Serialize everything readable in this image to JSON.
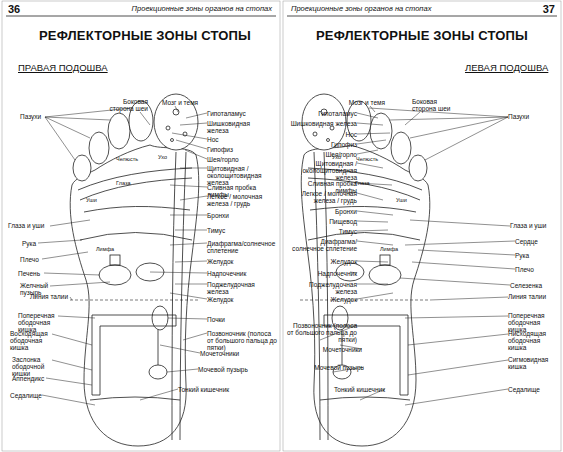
{
  "diagram": {
    "title": "РЕФЛЕКТОРНЫЕ ЗОНЫ СТОПЫ",
    "labels": [
      "36",
      "Проекционные зоны органов на стопах",
      "ПРАВАЯ ПОДОШВА",
      "Боковая сторона шеи",
      "Мозг и темя",
      "Пазухи",
      "Гипоталамус",
      "Шишковидная железа",
      "Нос",
      "Гипофиз",
      "Шея/горло",
      "Щитовидная / околощитовидная железа",
      "Сливная пробка лимфы",
      "Легкое / молочная железа / грудь",
      "Бронхи",
      "Тимус",
      "Диафрагма/солнечное сплетение",
      "Желудок",
      "Надпочечник",
      "Поджелудочная железа",
      "Желудок",
      "Почки",
      "Позвоночник (полоса от большого пальца до пятки)",
      "Мочеточники",
      "Мочевой пузырь",
      "Тонкий кишечник",
      "Глаза и уши",
      "Рука",
      "Плечо",
      "Печень",
      "Желчный пузырь",
      "Линия талии",
      "Поперечная ободочная кишка",
      "Восходящая ободочная кишка",
      "Заслонка ободочной кишки",
      "Аппендикс",
      "Седалище",
      "Челюсть",
      "Ухо",
      "Глаза",
      "Уши",
      "Лимфа",
      "Проекционные зоны органов на стопах",
      "37",
      "РЕФЛЕКТОРНЫЕ ЗОНЫ СТОПЫ",
      "ЛЕВАЯ ПОДОШВА",
      "Мозг и темя",
      "Боковая сторона шеи",
      "Гипоталамус",
      "Шишковидная железа",
      "Нос",
      "Гипофиз",
      "Шея/горло",
      "Щитовидная / околощитовидная железа",
      "Сливная пробка лимфы",
      "Легкое / молочная железа / грудь",
      "Бронхи",
      "Пищевод",
      "Тимус",
      "Диафрагма/солнечное сплетение",
      "Желудок",
      "Надпочечник",
      "Поджелудочная железа",
      "Желудок",
      "Позвоночник (полоса от большого пальца до пятки)",
      "Мочеточники",
      "Мочевой пузырь",
      "Тонкий кишечник",
      "Пазухи",
      "Глаза и уши",
      "Сердце",
      "Рука",
      "Плечо",
      "Селезенка",
      "Линия талии",
      "Поперечная ободочная кишка",
      "Нисходящая ободочная кишка",
      "Сигмовидная кишка",
      "Седалище",
      "Ухо",
      "Челюсть",
      "Глаза",
      "Уши",
      "Лимфа"
    ]
  }
}
